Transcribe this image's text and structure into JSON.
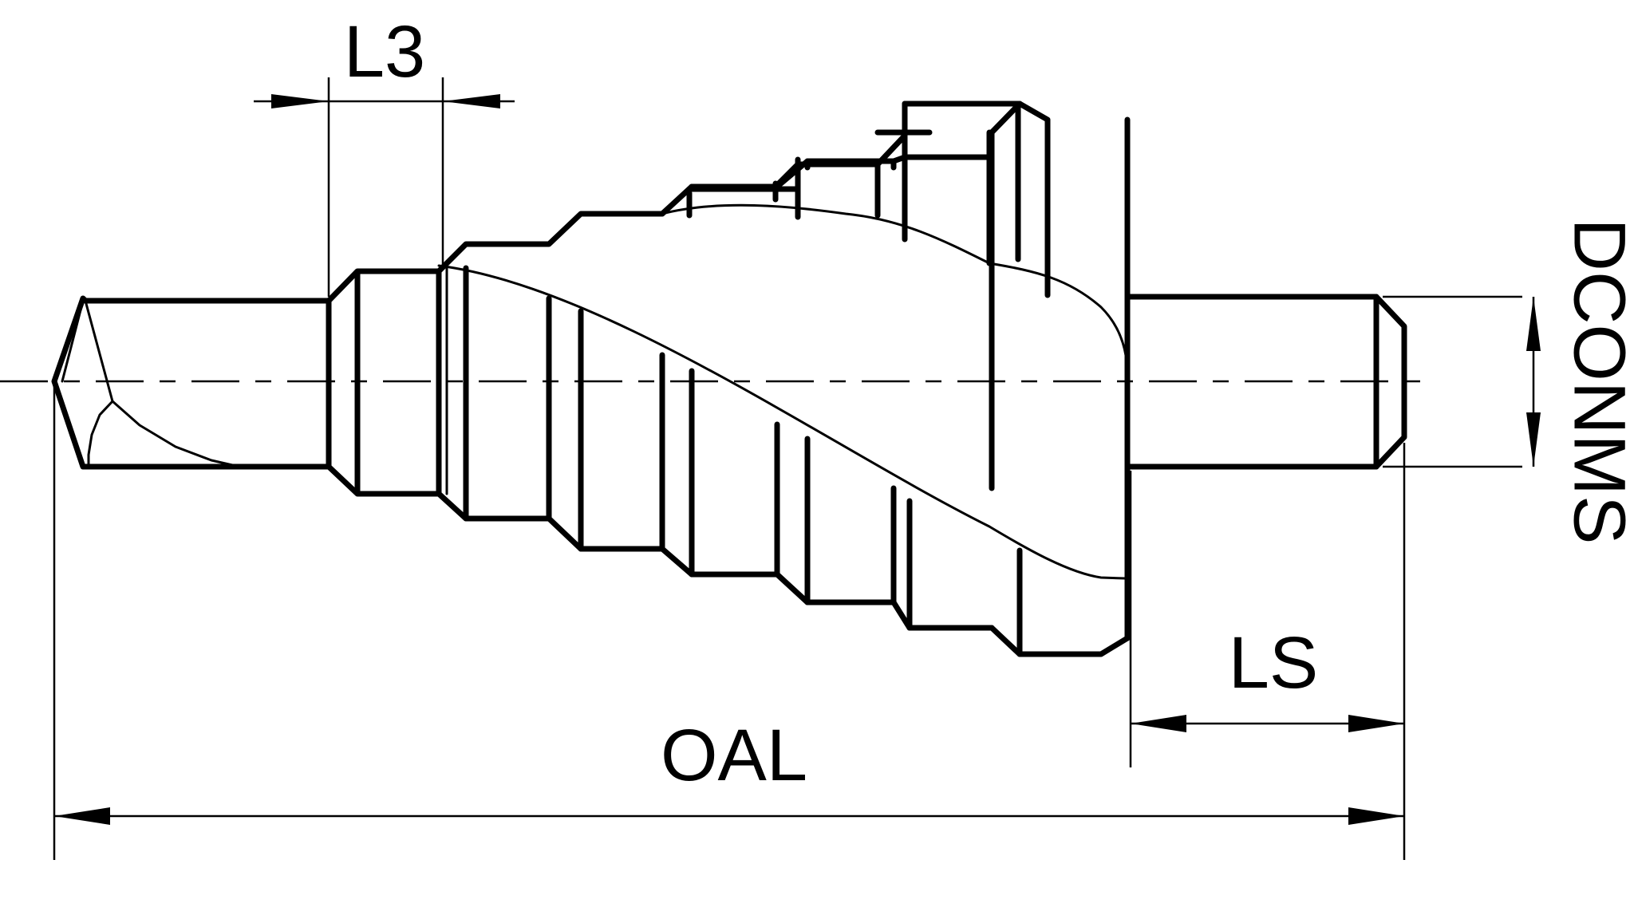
{
  "labels": {
    "l3": "L3",
    "oal": "OAL",
    "ls": "LS",
    "dconms": "DCONMS"
  }
}
